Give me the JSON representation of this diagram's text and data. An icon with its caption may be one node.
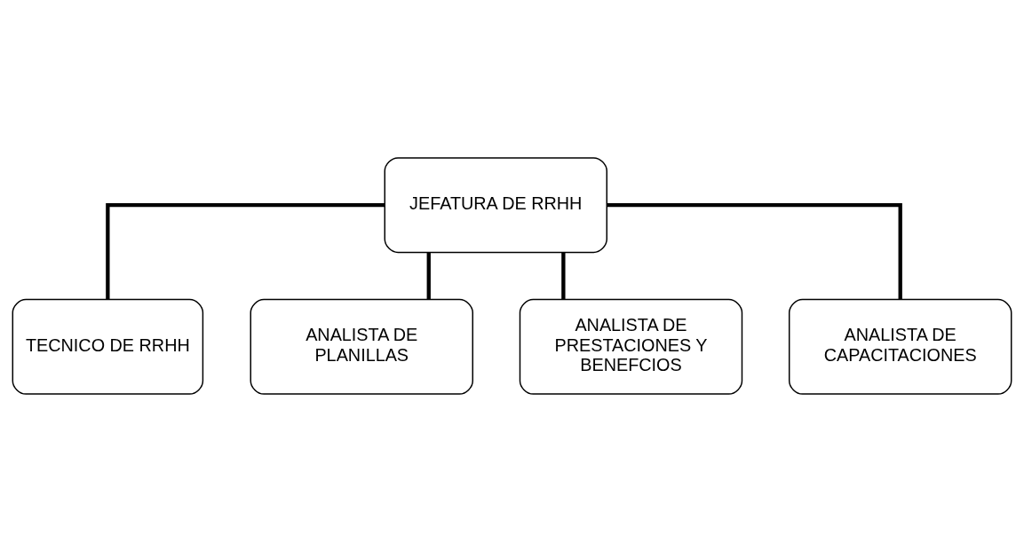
{
  "diagram": {
    "nodes": [
      {
        "text": [
          "JEFATURA DE RRHH"
        ]
      },
      {
        "text": [
          "TECNICO DE RRHH"
        ]
      },
      {
        "text": [
          "ANALISTA DE PLANILLAS"
        ]
      },
      {
        "text": [
          "ANALISTA DE PRESTACIONES Y BENEFCIOS"
        ]
      },
      {
        "text": [
          "ANALISTA DE CAPACITACIONES"
        ]
      }
    ],
    "edges": [
      {
        "from": 0,
        "to": 1,
        "arrow": "none"
      },
      {
        "from": 0,
        "to": 2,
        "arrow": "none"
      },
      {
        "from": 0,
        "to": 3,
        "arrow": "none"
      },
      {
        "from": 0,
        "to": 4,
        "arrow": "none"
      }
    ]
  }
}
